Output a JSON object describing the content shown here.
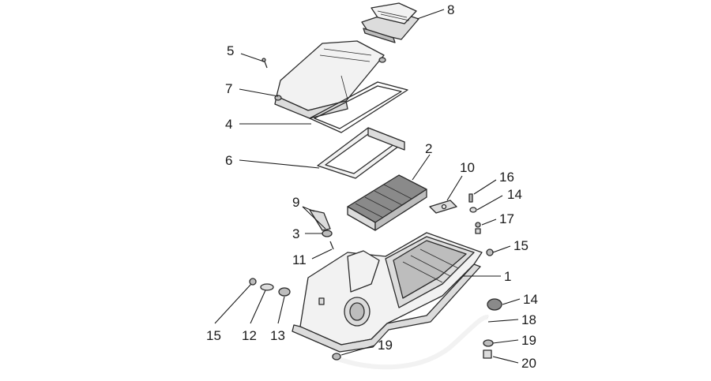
{
  "callouts": [
    {
      "id": "c1",
      "label": "1"
    },
    {
      "id": "c2",
      "label": "2"
    },
    {
      "id": "c3",
      "label": "3"
    },
    {
      "id": "c4",
      "label": "4"
    },
    {
      "id": "c5",
      "label": "5"
    },
    {
      "id": "c6",
      "label": "6"
    },
    {
      "id": "c7",
      "label": "7"
    },
    {
      "id": "c8",
      "label": "8"
    },
    {
      "id": "c9",
      "label": "9"
    },
    {
      "id": "c10",
      "label": "10"
    },
    {
      "id": "c11",
      "label": "11"
    },
    {
      "id": "c12",
      "label": "12"
    },
    {
      "id": "c13",
      "label": "13"
    },
    {
      "id": "c14a",
      "label": "14"
    },
    {
      "id": "c14b",
      "label": "14"
    },
    {
      "id": "c15a",
      "label": "15"
    },
    {
      "id": "c15b",
      "label": "15"
    },
    {
      "id": "c16",
      "label": "16"
    },
    {
      "id": "c17",
      "label": "17"
    },
    {
      "id": "c18",
      "label": "18"
    },
    {
      "id": "c19a",
      "label": "19"
    },
    {
      "id": "c19b",
      "label": "19"
    },
    {
      "id": "c20",
      "label": "20"
    }
  ]
}
